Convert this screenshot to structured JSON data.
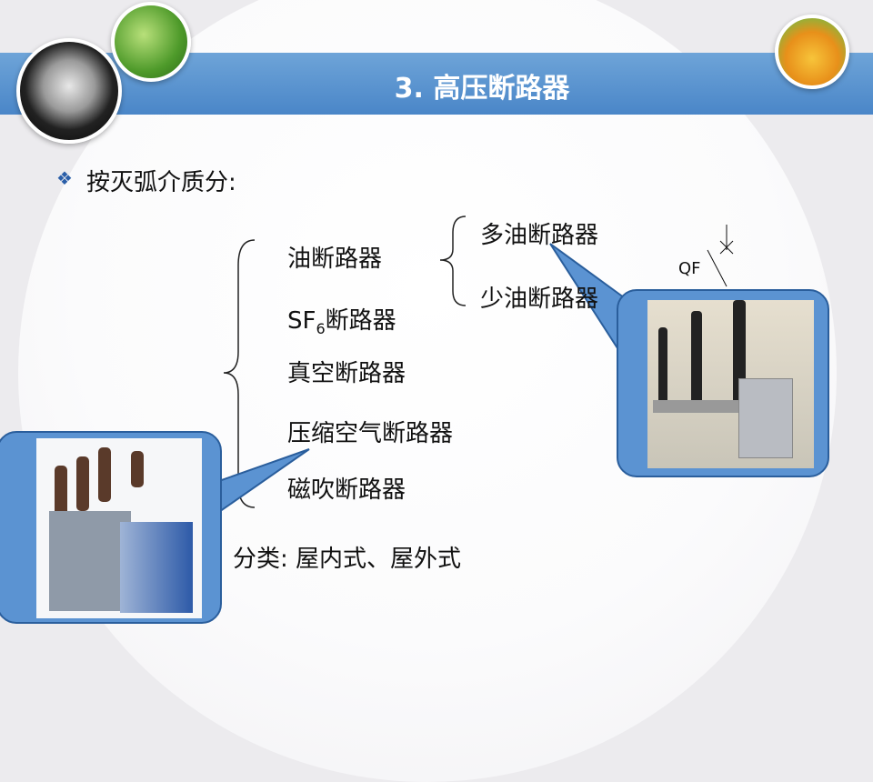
{
  "title": "3. 高压断路器",
  "bullet": "按灭弧介质分:",
  "types": [
    "油断路器",
    "SF",
    "6",
    "断路器",
    "真空断路器",
    "压缩空气断路器",
    "磁吹断路器"
  ],
  "oil_subtypes": [
    "多油断路器",
    "少油断路器"
  ],
  "install": "分类:  屋内式、屋外式",
  "symbol_label": "QF",
  "colors": {
    "band": "#4a86c8",
    "callout": "#5b93d2"
  }
}
